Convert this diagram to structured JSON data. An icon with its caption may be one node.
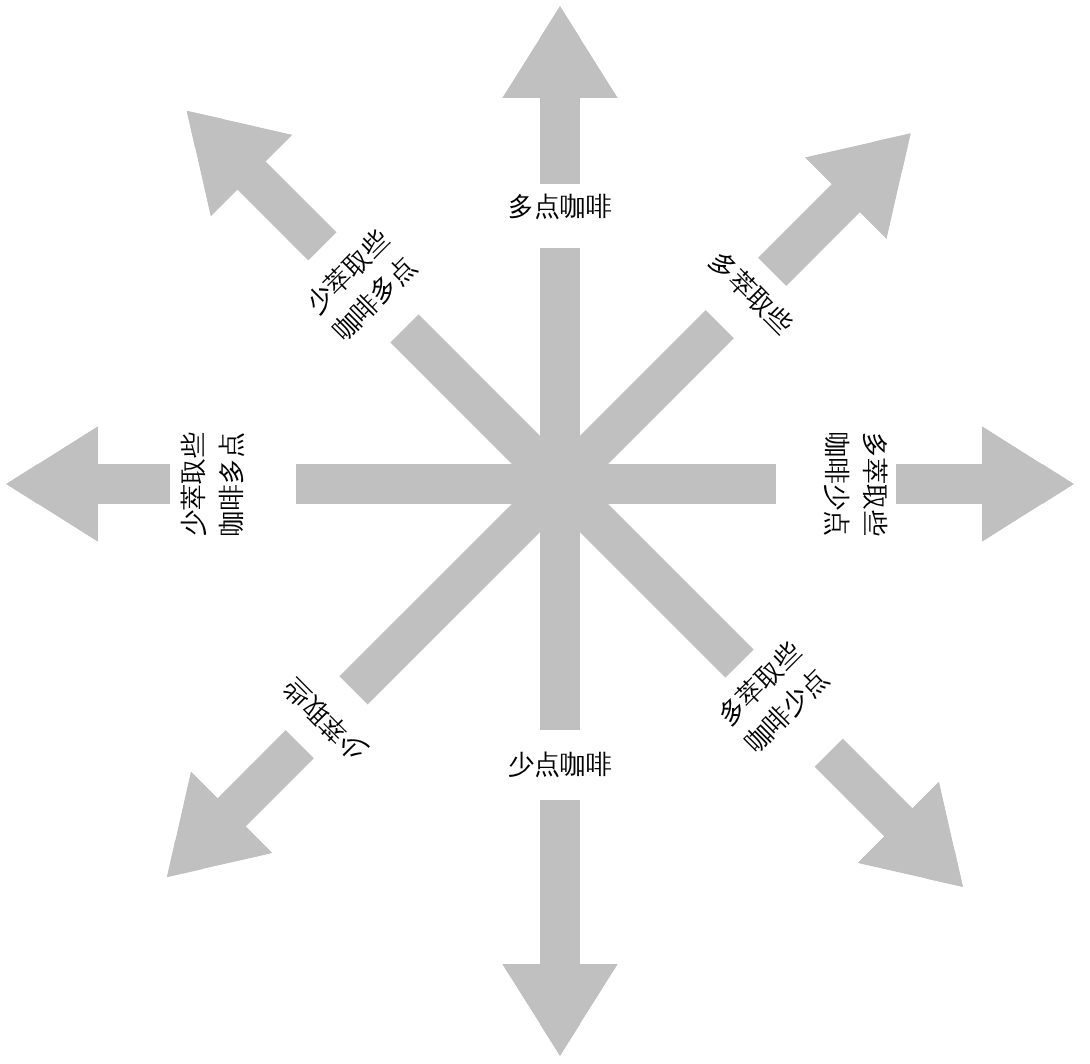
{
  "diagram": {
    "nodes": [
      {
        "text": [
          "多点咖啡"
        ]
      },
      {
        "text": [
          "少萃取些咖啡多点"
        ]
      },
      {
        "text": [
          "多萃取些"
        ]
      },
      {
        "text": [
          "少萃取些咖啡多点"
        ]
      },
      {
        "text": [
          "多萃取些咖啡少点"
        ]
      },
      {
        "text": [
          "少萃取些"
        ]
      },
      {
        "text": [
          "多萃取些咖啡少点"
        ]
      },
      {
        "text": [
          "少点咖啡"
        ]
      }
    ],
    "edges": [
      {
        "from": 0,
        "to": 7,
        "arrow": "none"
      },
      {
        "from": 3,
        "to": 4,
        "arrow": "none"
      },
      {
        "from": 1,
        "to": 6,
        "arrow": "none"
      },
      {
        "from": 2,
        "to": 5,
        "arrow": "none"
      },
      {
        "from": 0,
        "to": null,
        "arrow": "to"
      },
      {
        "from": 1,
        "to": null,
        "arrow": "to"
      },
      {
        "from": 2,
        "to": null,
        "arrow": "to"
      },
      {
        "from": 3,
        "to": null,
        "arrow": "to"
      },
      {
        "from": 4,
        "to": null,
        "arrow": "to"
      },
      {
        "from": 5,
        "to": null,
        "arrow": "to"
      },
      {
        "from": 6,
        "to": null,
        "arrow": "to"
      },
      {
        "from": 7,
        "to": null,
        "arrow": "to"
      }
    ]
  }
}
